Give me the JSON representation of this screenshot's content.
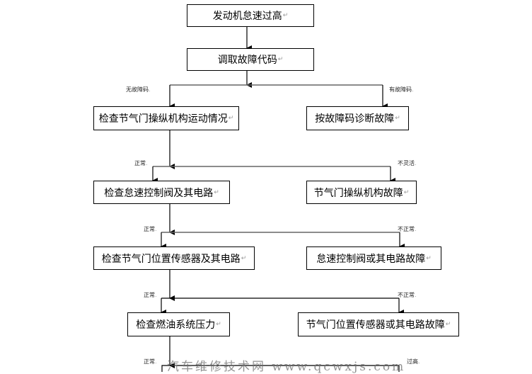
{
  "nodes": {
    "start": "发动机怠速过高",
    "read_codes": "调取故障代码",
    "check_throttle_linkage": "检查节气门操纵机构运动情况",
    "diagnose_by_code": "按故障码诊断故障",
    "check_idle_valve": "检查怠速控制阀及其电路",
    "throttle_linkage_fault": "节气门操纵机构故障",
    "check_tps": "检查节气门位置传感器及其电路",
    "idle_valve_fault": "怠速控制阀或其电路故障",
    "check_fuel_pressure": "检查燃油系统压力",
    "tps_fault": "节气门位置传感器或其电路故障"
  },
  "paragraph_mark": "↵",
  "edges": {
    "no_code": "无故障码",
    "has_code": "有故障码",
    "normal_1": "正常",
    "not_flexible": "不灵活",
    "normal_2": "正常",
    "abnormal_1": "不正常",
    "normal_3": "正常",
    "abnormal_2": "不正常",
    "normal_4": "正常",
    "too_high": "过高"
  },
  "label_suffix": ".",
  "watermark": "汽车维修技术网 www.qcwxjs.com"
}
